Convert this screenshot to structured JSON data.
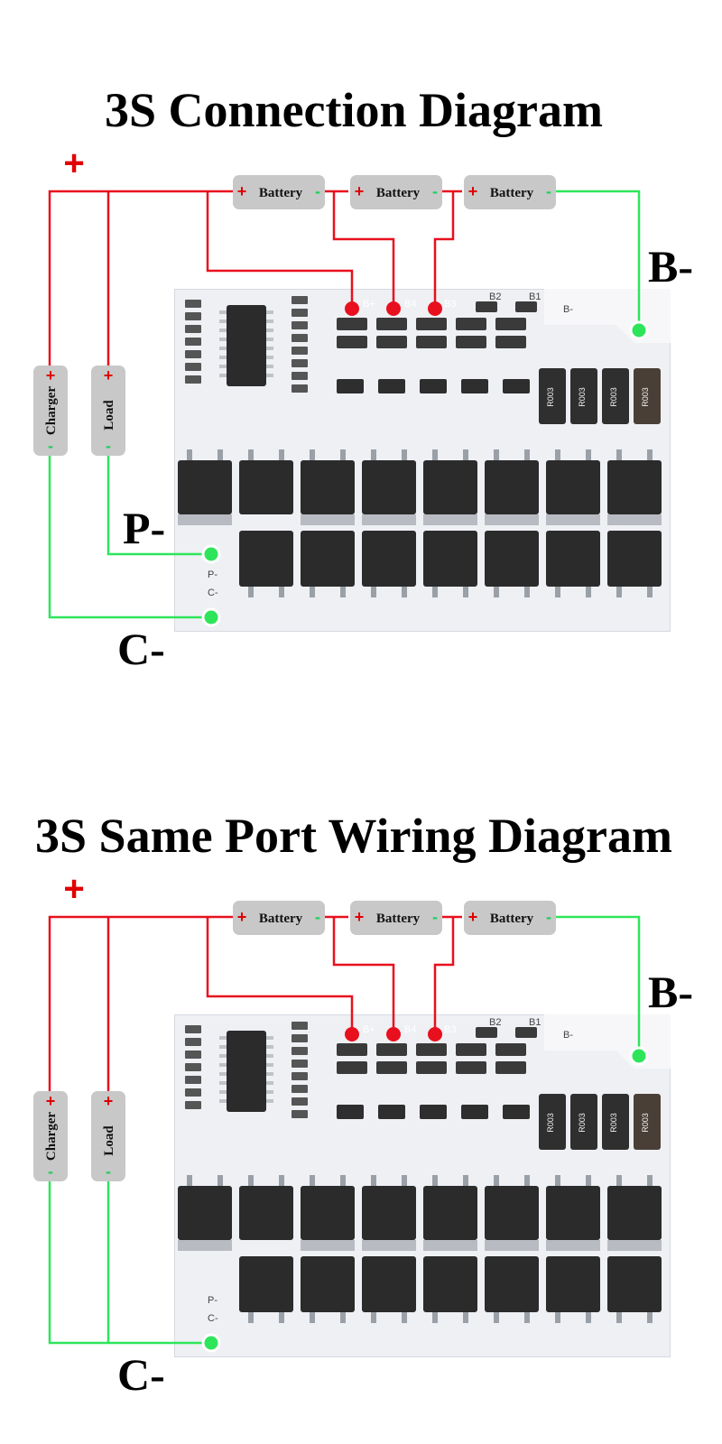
{
  "colors": {
    "positive_wire": "#e8101e",
    "negative_wire": "#2ee55a",
    "label_box": "#c8c8c8",
    "board": "#eef0f4",
    "mosfet": "#2b2b2b"
  },
  "diagrams": [
    {
      "title": "3S Connection Diagram",
      "plus_sign": "+",
      "minus_sign": "-",
      "battery_label": "Battery",
      "charger_label": "Charger",
      "load_label": "Load",
      "b_minus": "B-",
      "p_minus": "P-",
      "c_minus": "C-",
      "board_pins": {
        "b_plus": "B+",
        "b4": "B4",
        "b3": "B3",
        "b2": "B2",
        "b1": "B1",
        "b_minus": "B-",
        "p_minus": "P-",
        "c_minus": "C-"
      },
      "resistor_label": "R003"
    },
    {
      "title": "3S Same Port Wiring Diagram",
      "plus_sign": "+",
      "minus_sign": "-",
      "battery_label": "Battery",
      "charger_label": "Charger",
      "load_label": "Load",
      "b_minus": "B-",
      "c_minus": "C-",
      "board_pins": {
        "b_plus": "B+",
        "b4": "B4",
        "b3": "B3",
        "b2": "B2",
        "b1": "B1",
        "b_minus": "B-",
        "p_minus": "P-",
        "c_minus": "C-"
      },
      "resistor_label": "R003"
    }
  ]
}
